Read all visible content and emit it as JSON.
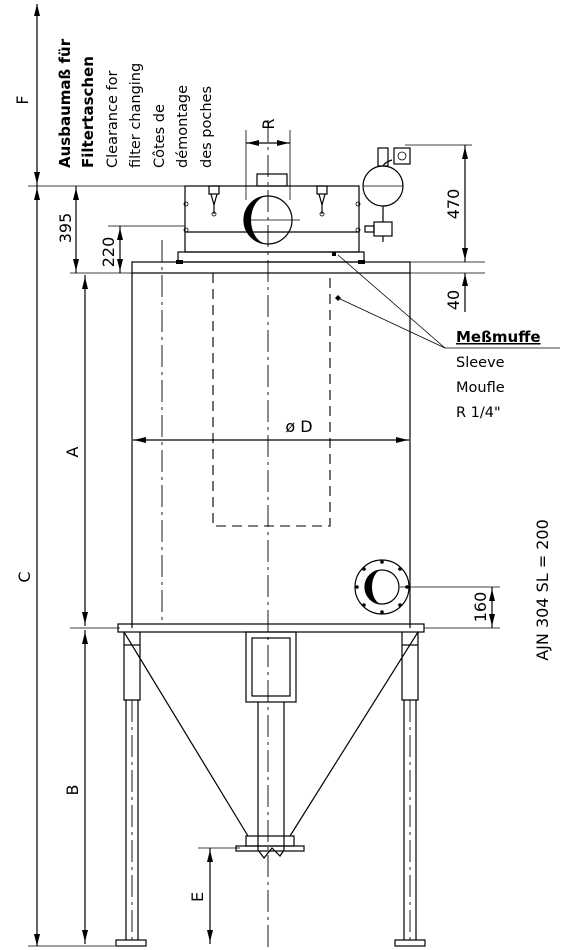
{
  "clearance_note": {
    "title_line1": "Ausbaumaß für",
    "title_line2": "Filtertaschen",
    "en_line1": "Clearance for",
    "en_line2": "filter changing",
    "fr_line1": "Côtes de",
    "fr_line2": "démontage",
    "fr_line3": "des poches"
  },
  "dimensions": {
    "F": "F",
    "R": "R",
    "d395": "395",
    "d220": "220",
    "d470": "470",
    "d40": "40",
    "A": "A",
    "C": "C",
    "dD": "ø D",
    "d160": "160",
    "B": "B",
    "E": "E"
  },
  "sleeve_note": {
    "title": "Meßmuffe",
    "en": "Sleeve",
    "fr": "Moufle",
    "size": "R 1/4\""
  },
  "model_label": "AJN 304  SL = 200"
}
